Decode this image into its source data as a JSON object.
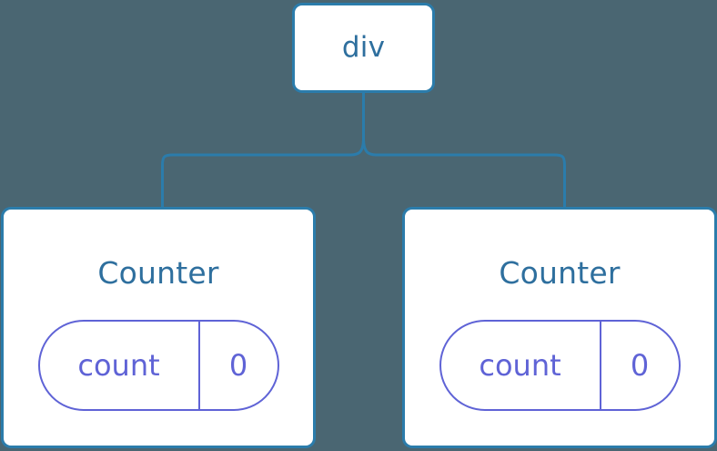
{
  "diagram": {
    "type": "component-tree",
    "background_color": "#4a6672",
    "node_border_color": "#2b7cab",
    "node_fill_color": "#ffffff",
    "node_text_color": "#2e6f9e",
    "pill_color": "#5f63d6",
    "connector_color": "#2b7cab"
  },
  "root": {
    "label": "div"
  },
  "children": [
    {
      "title": "Counter",
      "state": {
        "key": "count",
        "value": "0"
      }
    },
    {
      "title": "Counter",
      "state": {
        "key": "count",
        "value": "0"
      }
    }
  ]
}
